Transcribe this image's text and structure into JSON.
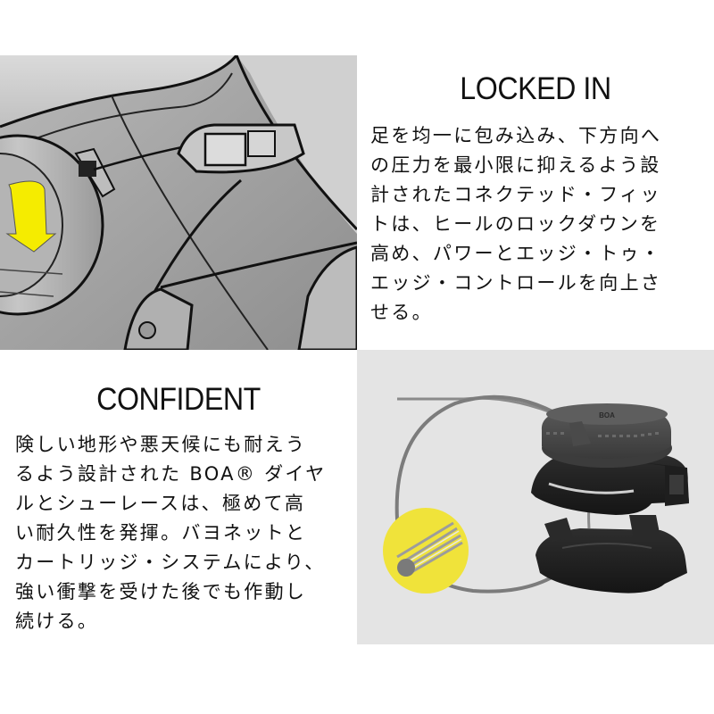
{
  "sections": [
    {
      "id": "locked-in",
      "title": "LOCKED IN",
      "body_lines": [
        "足を均一に包み込み、下方向へ",
        "の圧力を最小限に抑えるよう設",
        "計されたコネクテッド・フィッ",
        "トは、ヒールのロックダウンを",
        "高め、パワーとエッジ・トゥ・",
        "エッジ・コントロールを向上さ",
        "せる。"
      ],
      "image": {
        "subject": "boot-boa-dial-illustration",
        "accent_color": "#f5ec00"
      }
    },
    {
      "id": "confident",
      "title": "CONFIDENT",
      "body_lines": [
        "険しい地形や悪天候にも耐えう",
        "るよう設計された BOA® ダイヤ",
        "ルとシューレースは、極めて高",
        "い耐久性を発揮。バヨネットと",
        "カートリッジ・システムにより、",
        "強い衝撃を受けた後でも作動し",
        "続ける。"
      ],
      "image": {
        "subject": "boa-dial-cartridge-and-steel-lace",
        "accent_color": "#f0e33a",
        "dial_label": "BOA"
      }
    }
  ],
  "colors": {
    "background": "#ffffff",
    "text": "#111111",
    "boot_gray": "#a9a9a9",
    "product_bg": "#e4e4e4",
    "dial_dark": "#2b2b2b",
    "yellow": "#f5ec00"
  }
}
